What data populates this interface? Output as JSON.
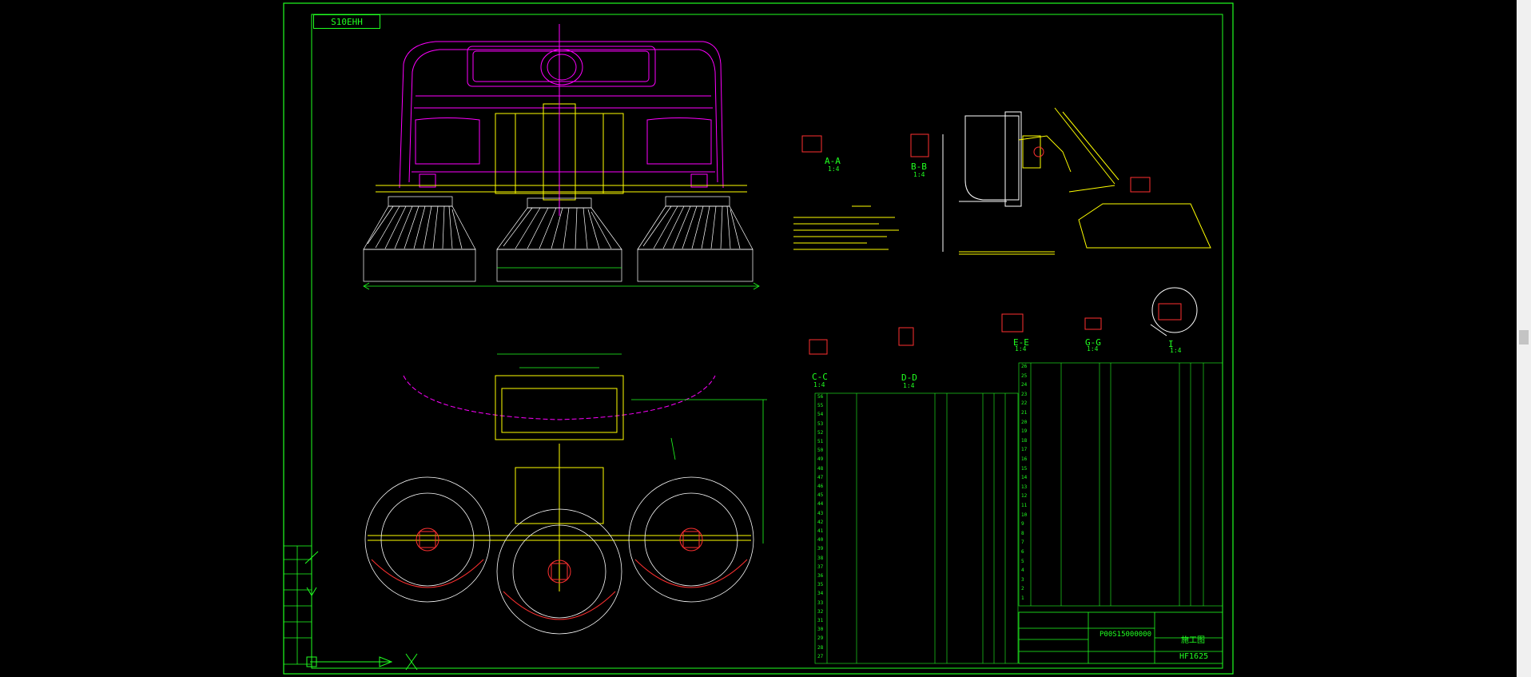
{
  "stamp": "S10EHH",
  "section_labels": [
    "A-A",
    "B-B",
    "C-C",
    "D-D",
    "E-E",
    "G-G",
    "I"
  ],
  "scale_labels": [
    "1:4",
    "1:4",
    "1:4",
    "1:4",
    "1:4",
    "1:4",
    "1:4"
  ],
  "drawing_no": "HF1625",
  "title_stage": "施工图",
  "sheet_code": "P00S15000000",
  "colors": {
    "frame": "#20ff20",
    "body": "#ff00ff",
    "brush": "#ffffff",
    "mount": "#ffff00",
    "detail": "#ff3030"
  },
  "parts_left": [
    "56",
    "55",
    "54",
    "53",
    "52",
    "51",
    "50",
    "49",
    "48",
    "47",
    "46",
    "45",
    "44",
    "43",
    "42",
    "41",
    "40",
    "39",
    "38",
    "37",
    "36",
    "35",
    "34",
    "33",
    "32",
    "31",
    "30",
    "29",
    "28",
    "27"
  ],
  "parts_right": [
    "26",
    "25",
    "24",
    "23",
    "22",
    "21",
    "20",
    "19",
    "18",
    "17",
    "16",
    "15",
    "14",
    "13",
    "12",
    "11",
    "10",
    "9",
    "8",
    "7",
    "6",
    "5",
    "4",
    "3",
    "2",
    "1"
  ]
}
